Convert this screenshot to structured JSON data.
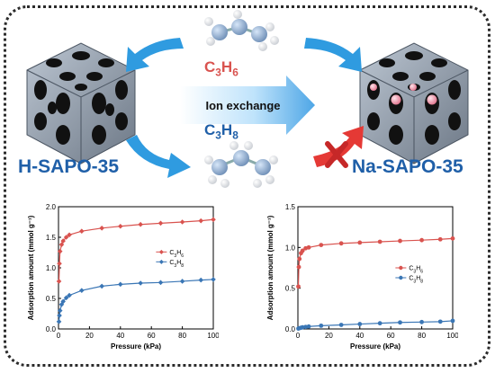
{
  "diagram": {
    "left_material": "H-SAPO-35",
    "right_material": "Na-SAPO-35",
    "process_label": "Ion exchange",
    "propylene_formula": {
      "base1": "C",
      "sub1": "3",
      "base2": "H",
      "sub2": "6"
    },
    "propane_formula": {
      "base1": "C",
      "sub1": "3",
      "base2": "H",
      "sub2": "8"
    },
    "colors": {
      "title_blue": "#1f5fa8",
      "propylene_red": "#d9534f",
      "arrow_blue": "#2f9be0",
      "blocked_red": "#e53935"
    },
    "icons": [
      "porous-crystal-icon",
      "propylene-molecule-icon",
      "propane-molecule-icon",
      "curved-arrow-icon",
      "blocked-arrow-icon"
    ]
  },
  "chart_data": [
    {
      "type": "line",
      "ylabel": "Adsorption amount (mmol g⁻¹)",
      "xlabel": "Pressure (kPa)",
      "xlim": [
        0,
        100
      ],
      "ylim": [
        0,
        2.0
      ],
      "xticks": [
        "0",
        "20",
        "40",
        "60",
        "80",
        "100"
      ],
      "yticks": [
        "0.0",
        "0.5",
        "1.0",
        "1.5",
        "2.0"
      ],
      "legend_placement": "right-middle",
      "series": [
        {
          "name": "C3H6",
          "color": "#d9534f",
          "marker": "diamond",
          "x": [
            0.3,
            0.6,
            1,
            2,
            3,
            5,
            7,
            15,
            28,
            40,
            53,
            66,
            80,
            92,
            100
          ],
          "y": [
            0.78,
            1.07,
            1.27,
            1.38,
            1.44,
            1.5,
            1.54,
            1.6,
            1.65,
            1.68,
            1.71,
            1.73,
            1.75,
            1.77,
            1.79
          ]
        },
        {
          "name": "C3H8",
          "color": "#3a76b5",
          "marker": "diamond",
          "x": [
            0.3,
            0.6,
            1,
            2,
            3,
            5,
            7,
            15,
            28,
            40,
            53,
            66,
            80,
            92,
            100
          ],
          "y": [
            0.12,
            0.22,
            0.3,
            0.4,
            0.45,
            0.51,
            0.55,
            0.63,
            0.7,
            0.73,
            0.75,
            0.76,
            0.78,
            0.8,
            0.81
          ]
        }
      ]
    },
    {
      "type": "line",
      "ylabel": "Adsorption amount (mmol g⁻¹)",
      "xlabel": "Pressure (kPa)",
      "xlim": [
        0,
        100
      ],
      "ylim": [
        0,
        1.5
      ],
      "xticks": [
        "0",
        "20",
        "40",
        "60",
        "80",
        "100"
      ],
      "yticks": [
        "0.0",
        "0.5",
        "1.0",
        "1.5"
      ],
      "legend_placement": "right-middle",
      "series": [
        {
          "name": "C3H6",
          "color": "#d9534f",
          "marker": "circle",
          "x": [
            0.3,
            0.6,
            1,
            2,
            3,
            5,
            7,
            15,
            28,
            40,
            53,
            66,
            80,
            92,
            100
          ],
          "y": [
            0.52,
            0.76,
            0.86,
            0.93,
            0.96,
            0.99,
            1.0,
            1.03,
            1.05,
            1.06,
            1.07,
            1.08,
            1.09,
            1.1,
            1.11
          ]
        },
        {
          "name": "C3H8",
          "color": "#3a76b5",
          "marker": "circle",
          "x": [
            0.3,
            1,
            2,
            3,
            5,
            7,
            15,
            28,
            40,
            53,
            66,
            80,
            92,
            100
          ],
          "y": [
            0.005,
            0.01,
            0.015,
            0.02,
            0.025,
            0.03,
            0.04,
            0.05,
            0.06,
            0.07,
            0.08,
            0.085,
            0.09,
            0.1
          ]
        }
      ]
    }
  ]
}
